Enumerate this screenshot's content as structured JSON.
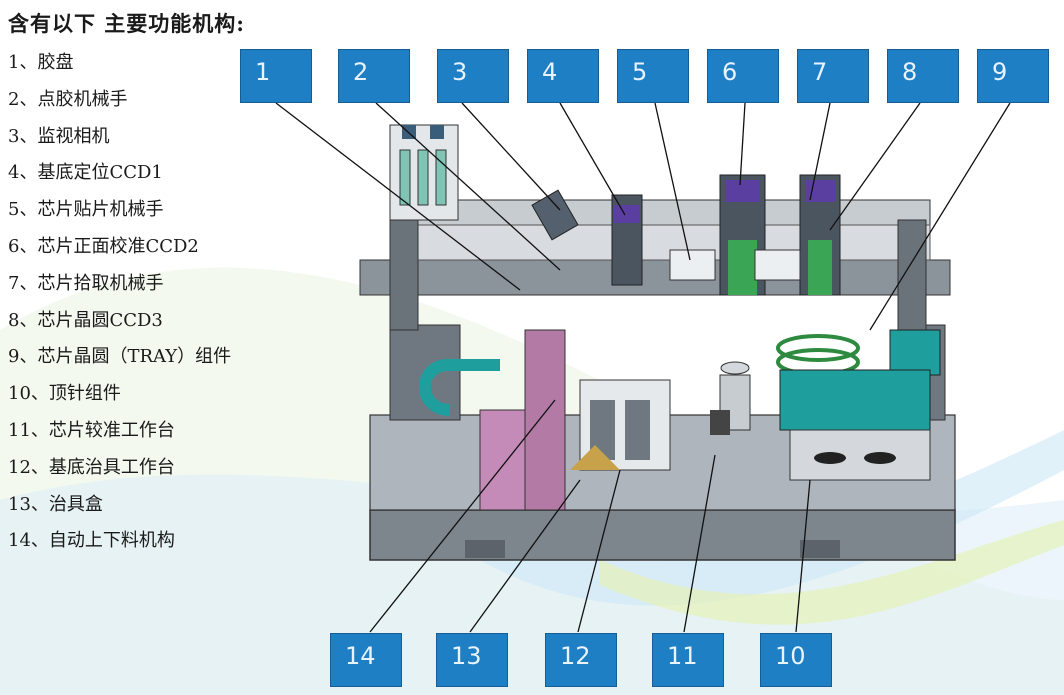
{
  "title": "含有以下 主要功能机构:",
  "items": [
    "1、胶盘",
    "2、点胶机械手",
    "3、监视相机",
    "4、基底定位CCD1",
    "5、芯片贴片机械手",
    "6、芯片正面校准CCD2",
    "7、芯片拾取机械手",
    "8、芯片晶圆CCD3",
    "9、芯片晶圆（TRAY）组件",
    "10、顶针组件",
    "11、芯片较准工作台",
    "12、基底治具工作台",
    "13、治具盒",
    "14、自动上下料机构"
  ],
  "callouts_top": [
    "1",
    "2",
    "3",
    "4",
    "5",
    "6",
    "7",
    "8",
    "9"
  ],
  "callouts_bottom": [
    "14",
    "13",
    "12",
    "11",
    "10"
  ],
  "colors": {
    "callout_fill": "#1e7fc4",
    "callout_text": "#e8f3ff",
    "machine_gray": "#9aa3ad",
    "accent_teal": "#1f9e9e",
    "accent_pink": "#c58bb8",
    "accent_green": "#3aa655"
  }
}
